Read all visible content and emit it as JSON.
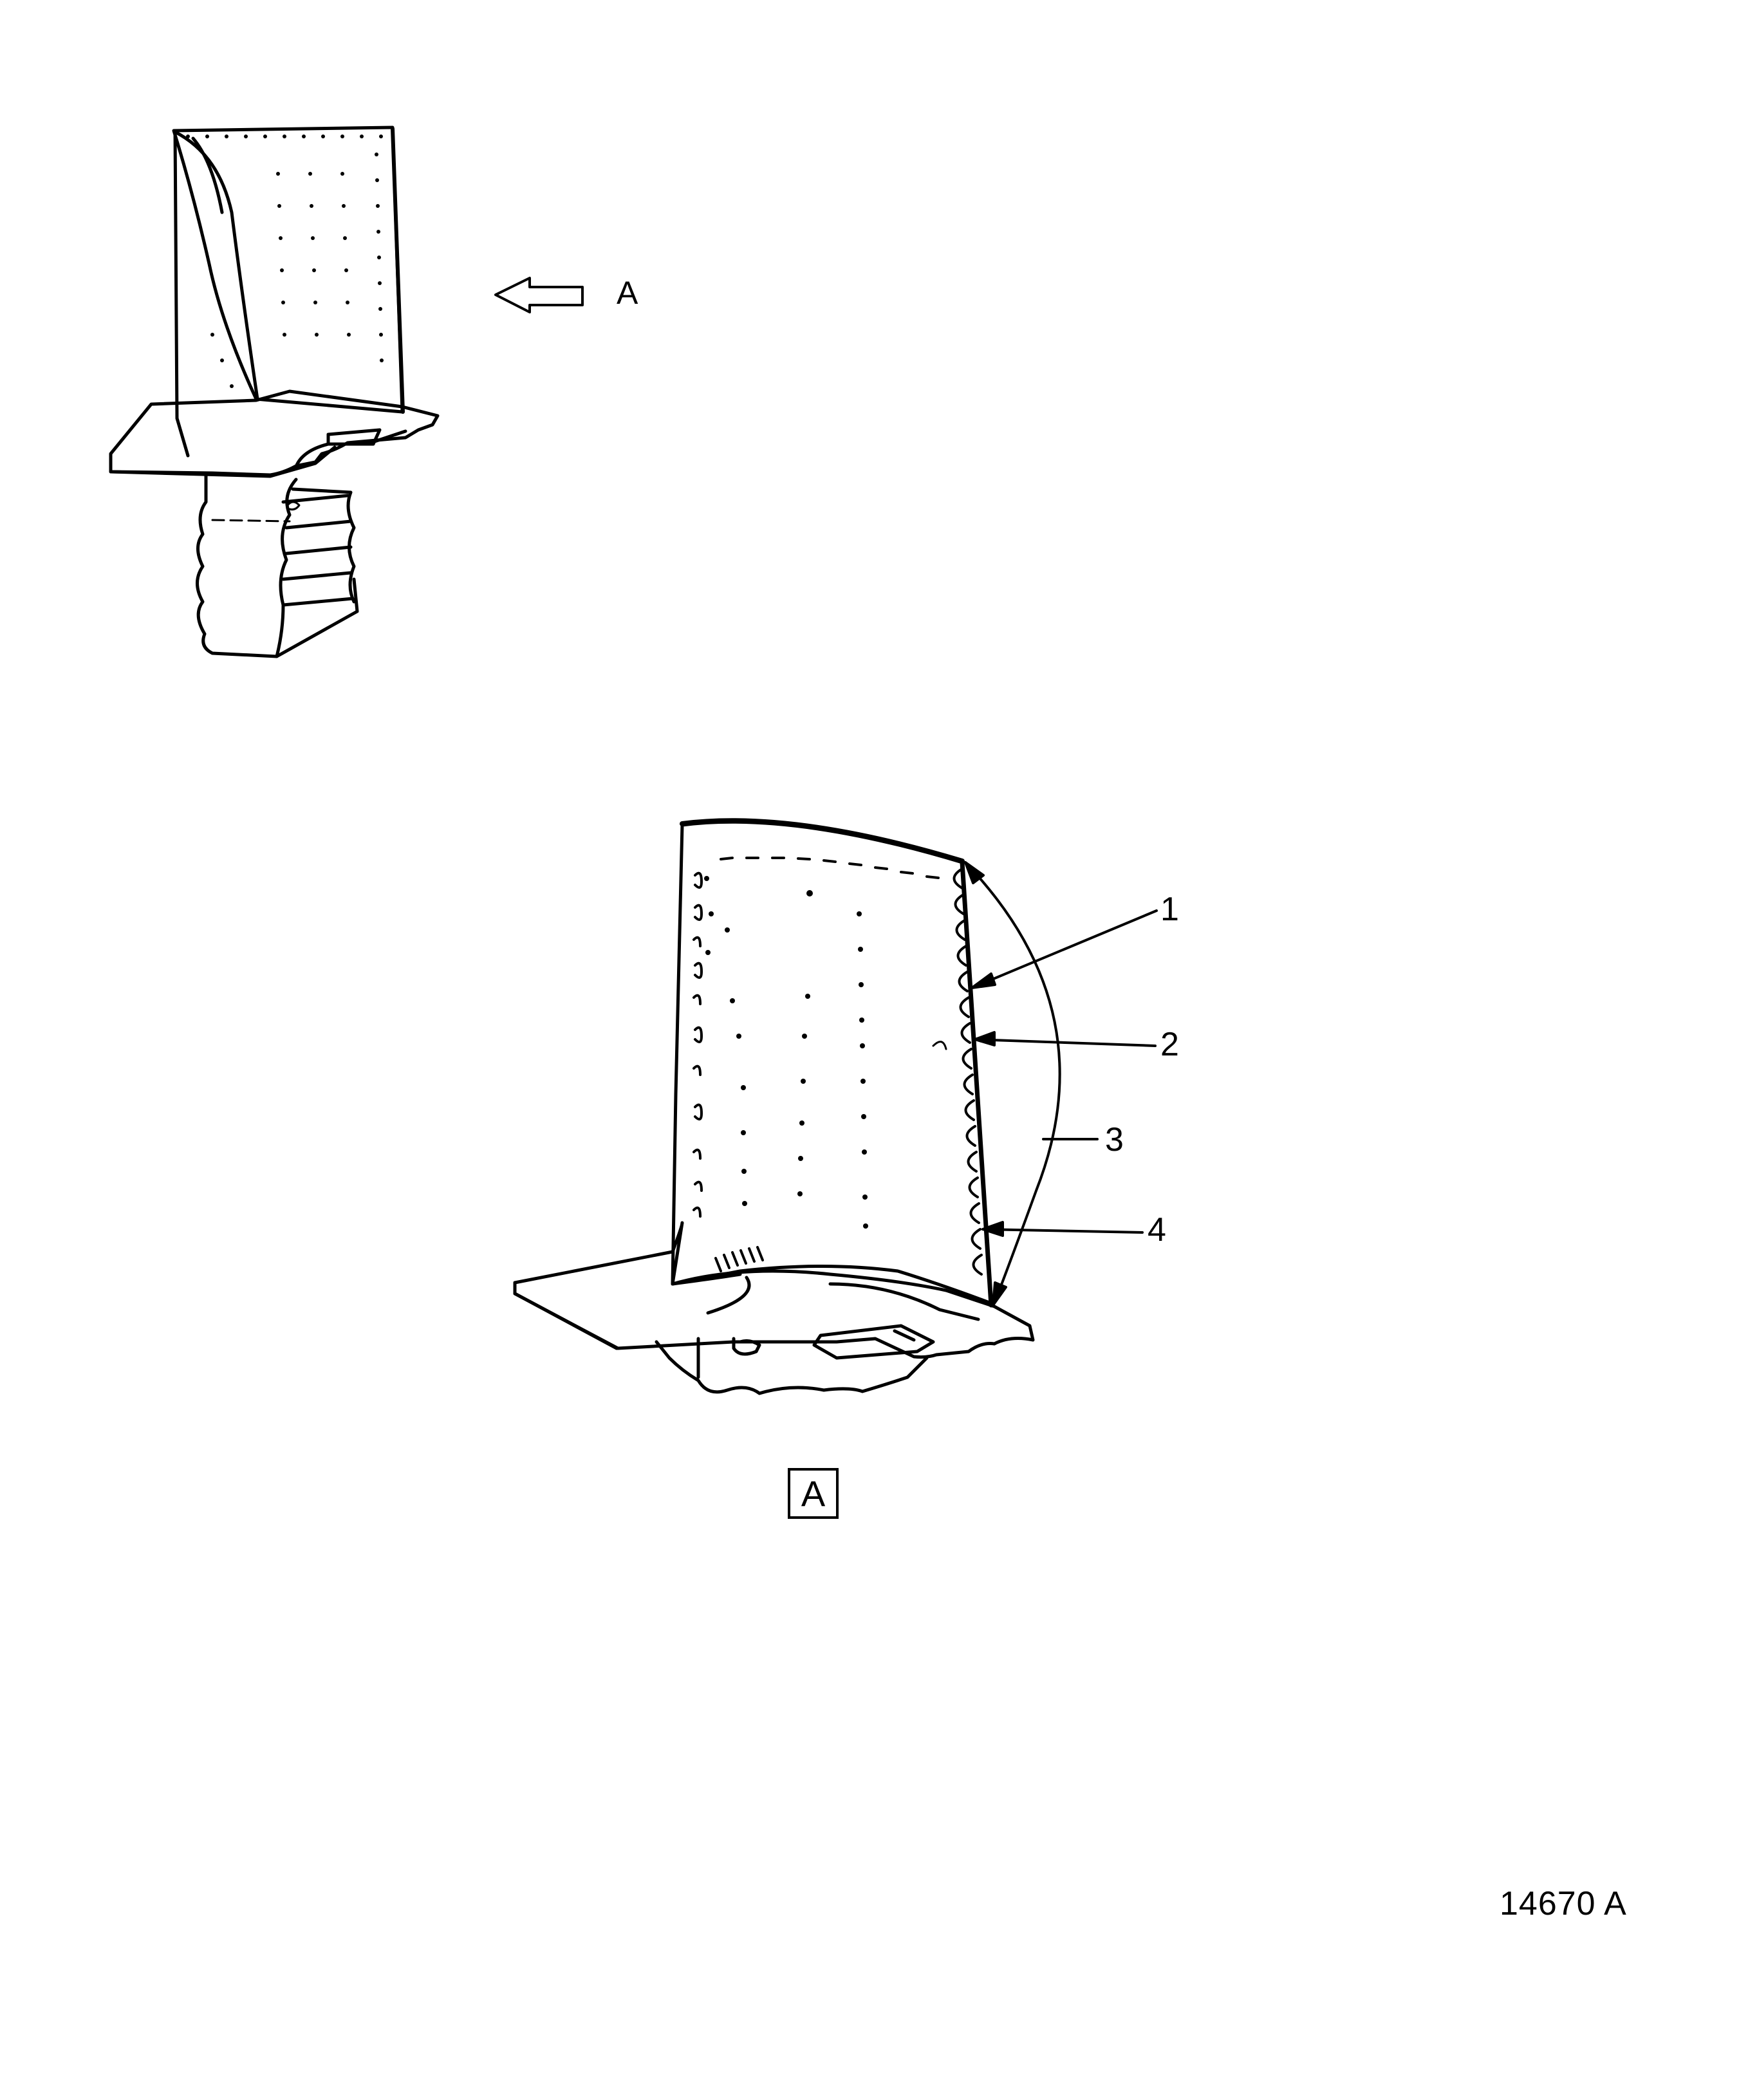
{
  "view_indicator": {
    "label": "A"
  },
  "detail_view": {
    "label": "A"
  },
  "callouts": [
    {
      "number": "1"
    },
    {
      "number": "2"
    },
    {
      "number": "3"
    },
    {
      "number": "4"
    }
  ],
  "figure_id": "14670 A"
}
